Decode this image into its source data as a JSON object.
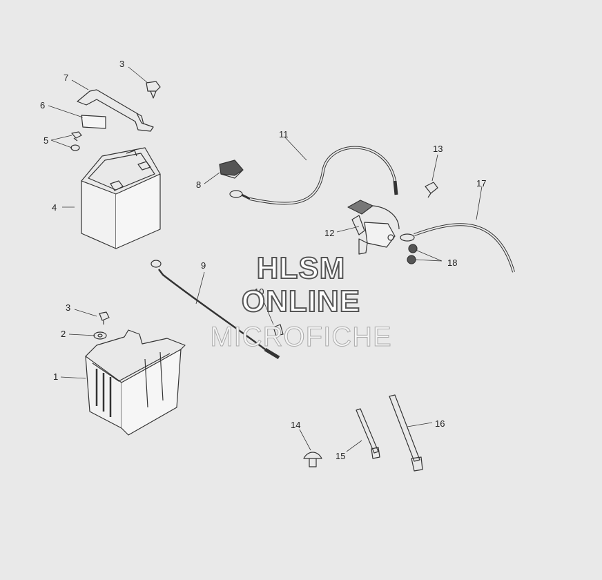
{
  "callouts": [
    "1",
    "2",
    "3",
    "3",
    "4",
    "5",
    "6",
    "7",
    "8",
    "9",
    "10",
    "11",
    "12",
    "13",
    "14",
    "15",
    "16",
    "17",
    "18"
  ],
  "watermark": {
    "line1": "HLSM",
    "line2": "ONLINE",
    "line3": "MICROFICHE"
  },
  "colors": {
    "background": "#e9e9e9",
    "line": "#333333"
  }
}
